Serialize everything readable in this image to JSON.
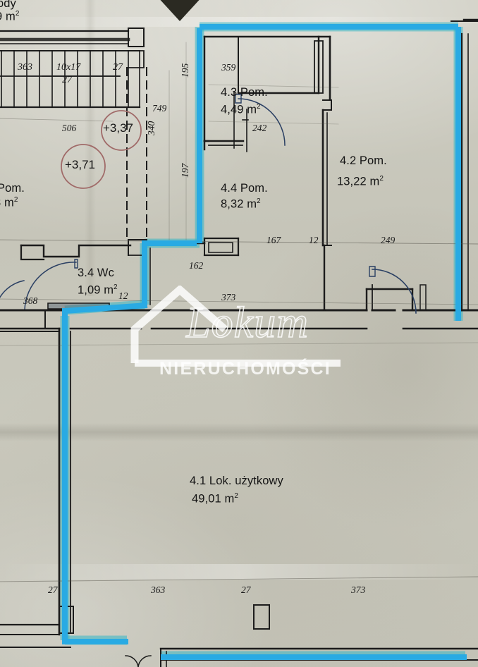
{
  "document": {
    "type": "architectural-floor-plan",
    "language": "pl",
    "scale_note": "",
    "north_arrow": "▼"
  },
  "watermark": {
    "script_text": "Lokum",
    "subtitle": "NIERUCHOMOŚCI",
    "icon": "house-roof-icon"
  },
  "rooms": [
    {
      "id": "4.1",
      "name": "4.1 Lok. użytkowy",
      "area": "49,01 m",
      "sup": "2"
    },
    {
      "id": "4.2",
      "name": "4.2 Pom.",
      "area": "13,22 m",
      "sup": "2"
    },
    {
      "id": "4.3",
      "name": "4.3 Pom.",
      "area": "4,49 m",
      "sup": "2"
    },
    {
      "id": "4.4",
      "name": "4.4 Pom.",
      "area": "8,32 m",
      "sup": "2"
    },
    {
      "id": "3.4",
      "name": "3.4 Wc",
      "area": "1,09 m",
      "sup": "2"
    },
    {
      "id": "cut-left",
      "name": "Pom.",
      "area": "8 m",
      "sup": "2"
    },
    {
      "id": "cut-top",
      "name": "ody",
      "area": "9 m",
      "sup": "2"
    }
  ],
  "elevations": [
    {
      "value": "+3,37"
    },
    {
      "value": "+3,71"
    }
  ],
  "dimensions": {
    "stairs": [
      {
        "value": "363"
      },
      {
        "value": "10x17"
      },
      {
        "value": "27"
      },
      {
        "value": "27"
      }
    ],
    "horizontal": [
      {
        "value": "506"
      },
      {
        "value": "749"
      },
      {
        "value": "359"
      },
      {
        "value": "242"
      },
      {
        "value": "162"
      },
      {
        "value": "167"
      },
      {
        "value": "12"
      },
      {
        "value": "249"
      },
      {
        "value": "373"
      },
      {
        "value": "368"
      },
      {
        "value": "12"
      }
    ],
    "vertical": [
      {
        "value": "195"
      },
      {
        "value": "197"
      },
      {
        "value": "340"
      }
    ],
    "bottom": [
      {
        "value": "27"
      },
      {
        "value": "363"
      },
      {
        "value": "27"
      },
      {
        "value": "373"
      }
    ]
  },
  "colors": {
    "paper": "#c8c7bb",
    "ink": "#141414",
    "highlight": "#29aae3",
    "highlight_soft": "#2ab9c9",
    "elevation_circle": "#a86b6b",
    "door_blue": "#2e4a7a"
  }
}
